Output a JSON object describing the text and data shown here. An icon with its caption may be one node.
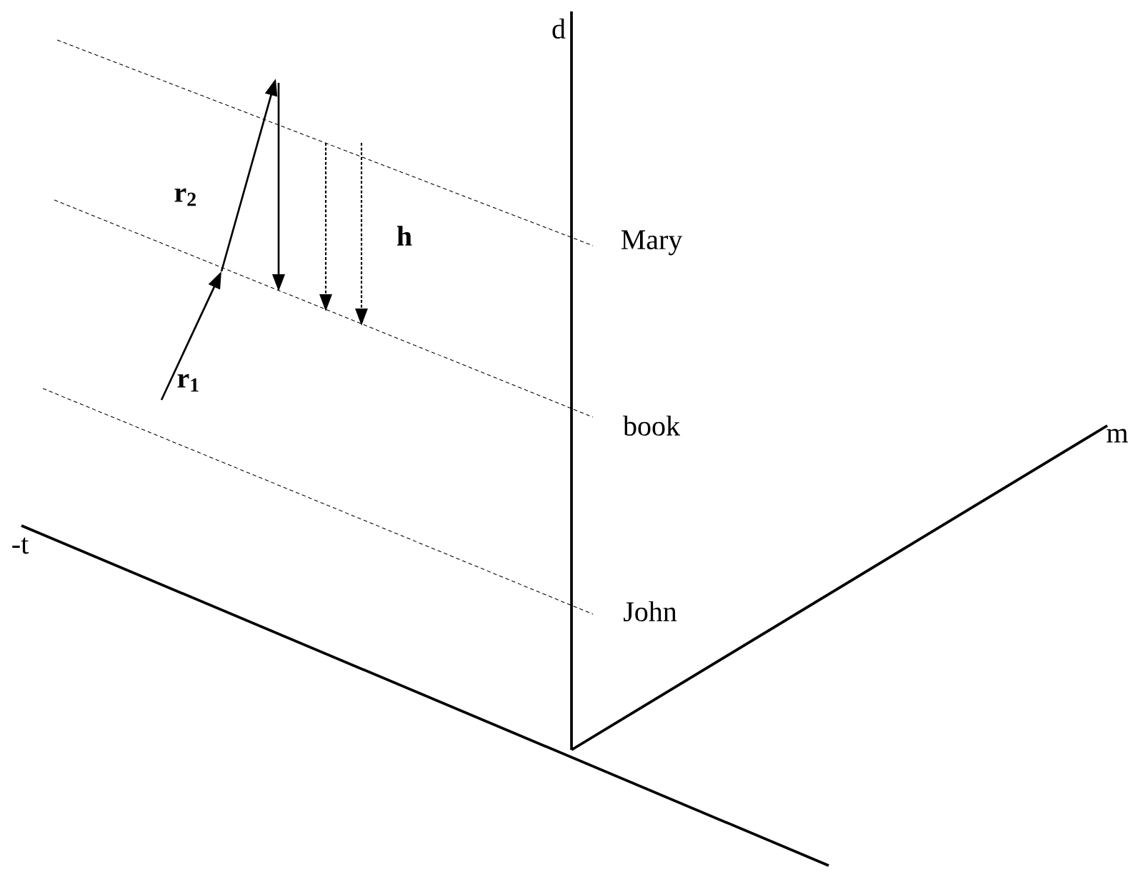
{
  "diagram": {
    "labels": [
      "d",
      "r$_{2}$",
      "Mary",
      "h",
      "r$_{1}$",
      "book",
      "m",
      "-t",
      "John"
    ]
  }
}
